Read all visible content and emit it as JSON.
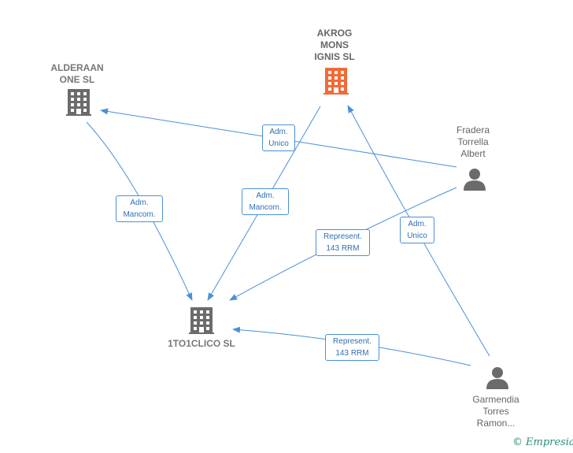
{
  "nodes": {
    "akrog": {
      "label": "AKROG\nMONS\nIGNIS  SL",
      "type": "company",
      "color": "#f26a38"
    },
    "alderaan": {
      "label": "ALDERAAN\nONE SL",
      "type": "company",
      "color": "#6b6b6b"
    },
    "totoclico": {
      "label": "1TO1CLICO  SL",
      "type": "company",
      "color": "#6b6b6b"
    },
    "fradera": {
      "label": "Fradera\nTorrella\nAlbert",
      "type": "person",
      "color": "#6b6b6b"
    },
    "garmendia": {
      "label": "Garmendia\nTorres\nRamon...",
      "type": "person",
      "color": "#6b6b6b"
    }
  },
  "edges": {
    "fradera_alderaan": "Adm.\nUnico",
    "alderaan_totoclico": "Adm.\nMancom.",
    "akrog_totoclico": "Adm.\nMancom.",
    "fradera_totoclico": "Represent.\n143 RRM",
    "garmendia_akrog": "Adm.\nUnico",
    "garmendia_totoclico": "Represent.\n143 RRM"
  },
  "colors": {
    "edge": "#4a90d9",
    "focus": "#f26a38",
    "node": "#6b6b6b"
  },
  "icons": {
    "company": "building-icon",
    "person": "person-icon"
  },
  "footer": {
    "copyright_symbol": "©",
    "brand": "Empresia"
  }
}
